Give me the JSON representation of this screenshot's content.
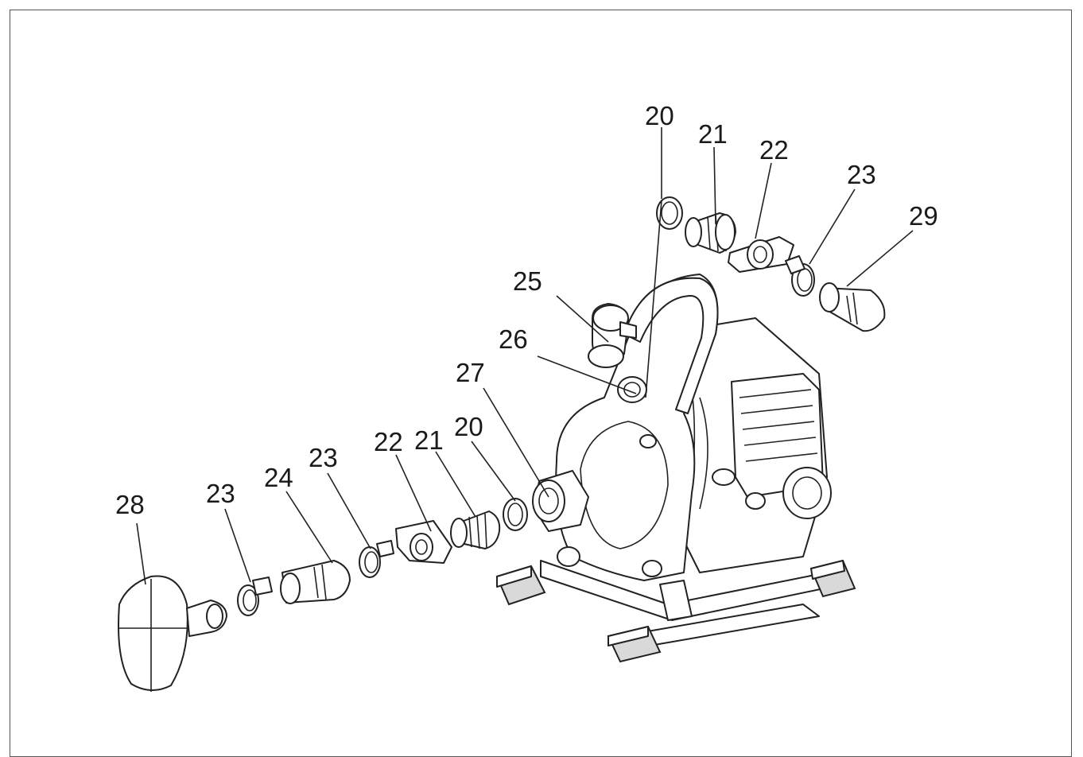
{
  "figure": {
    "callouts": {
      "c20_top": "20",
      "c21_top": "21",
      "c22_top": "22",
      "c23_top": "23",
      "c29": "29",
      "c25": "25",
      "c26": "26",
      "c27": "27",
      "c20_low": "20",
      "c21_low": "21",
      "c22_low": "22",
      "c23_mid": "23",
      "c24": "24",
      "c23_left": "23",
      "c28": "28"
    }
  },
  "colors": {
    "line": "#222222",
    "background": "#ffffff",
    "frame": "#555555"
  }
}
